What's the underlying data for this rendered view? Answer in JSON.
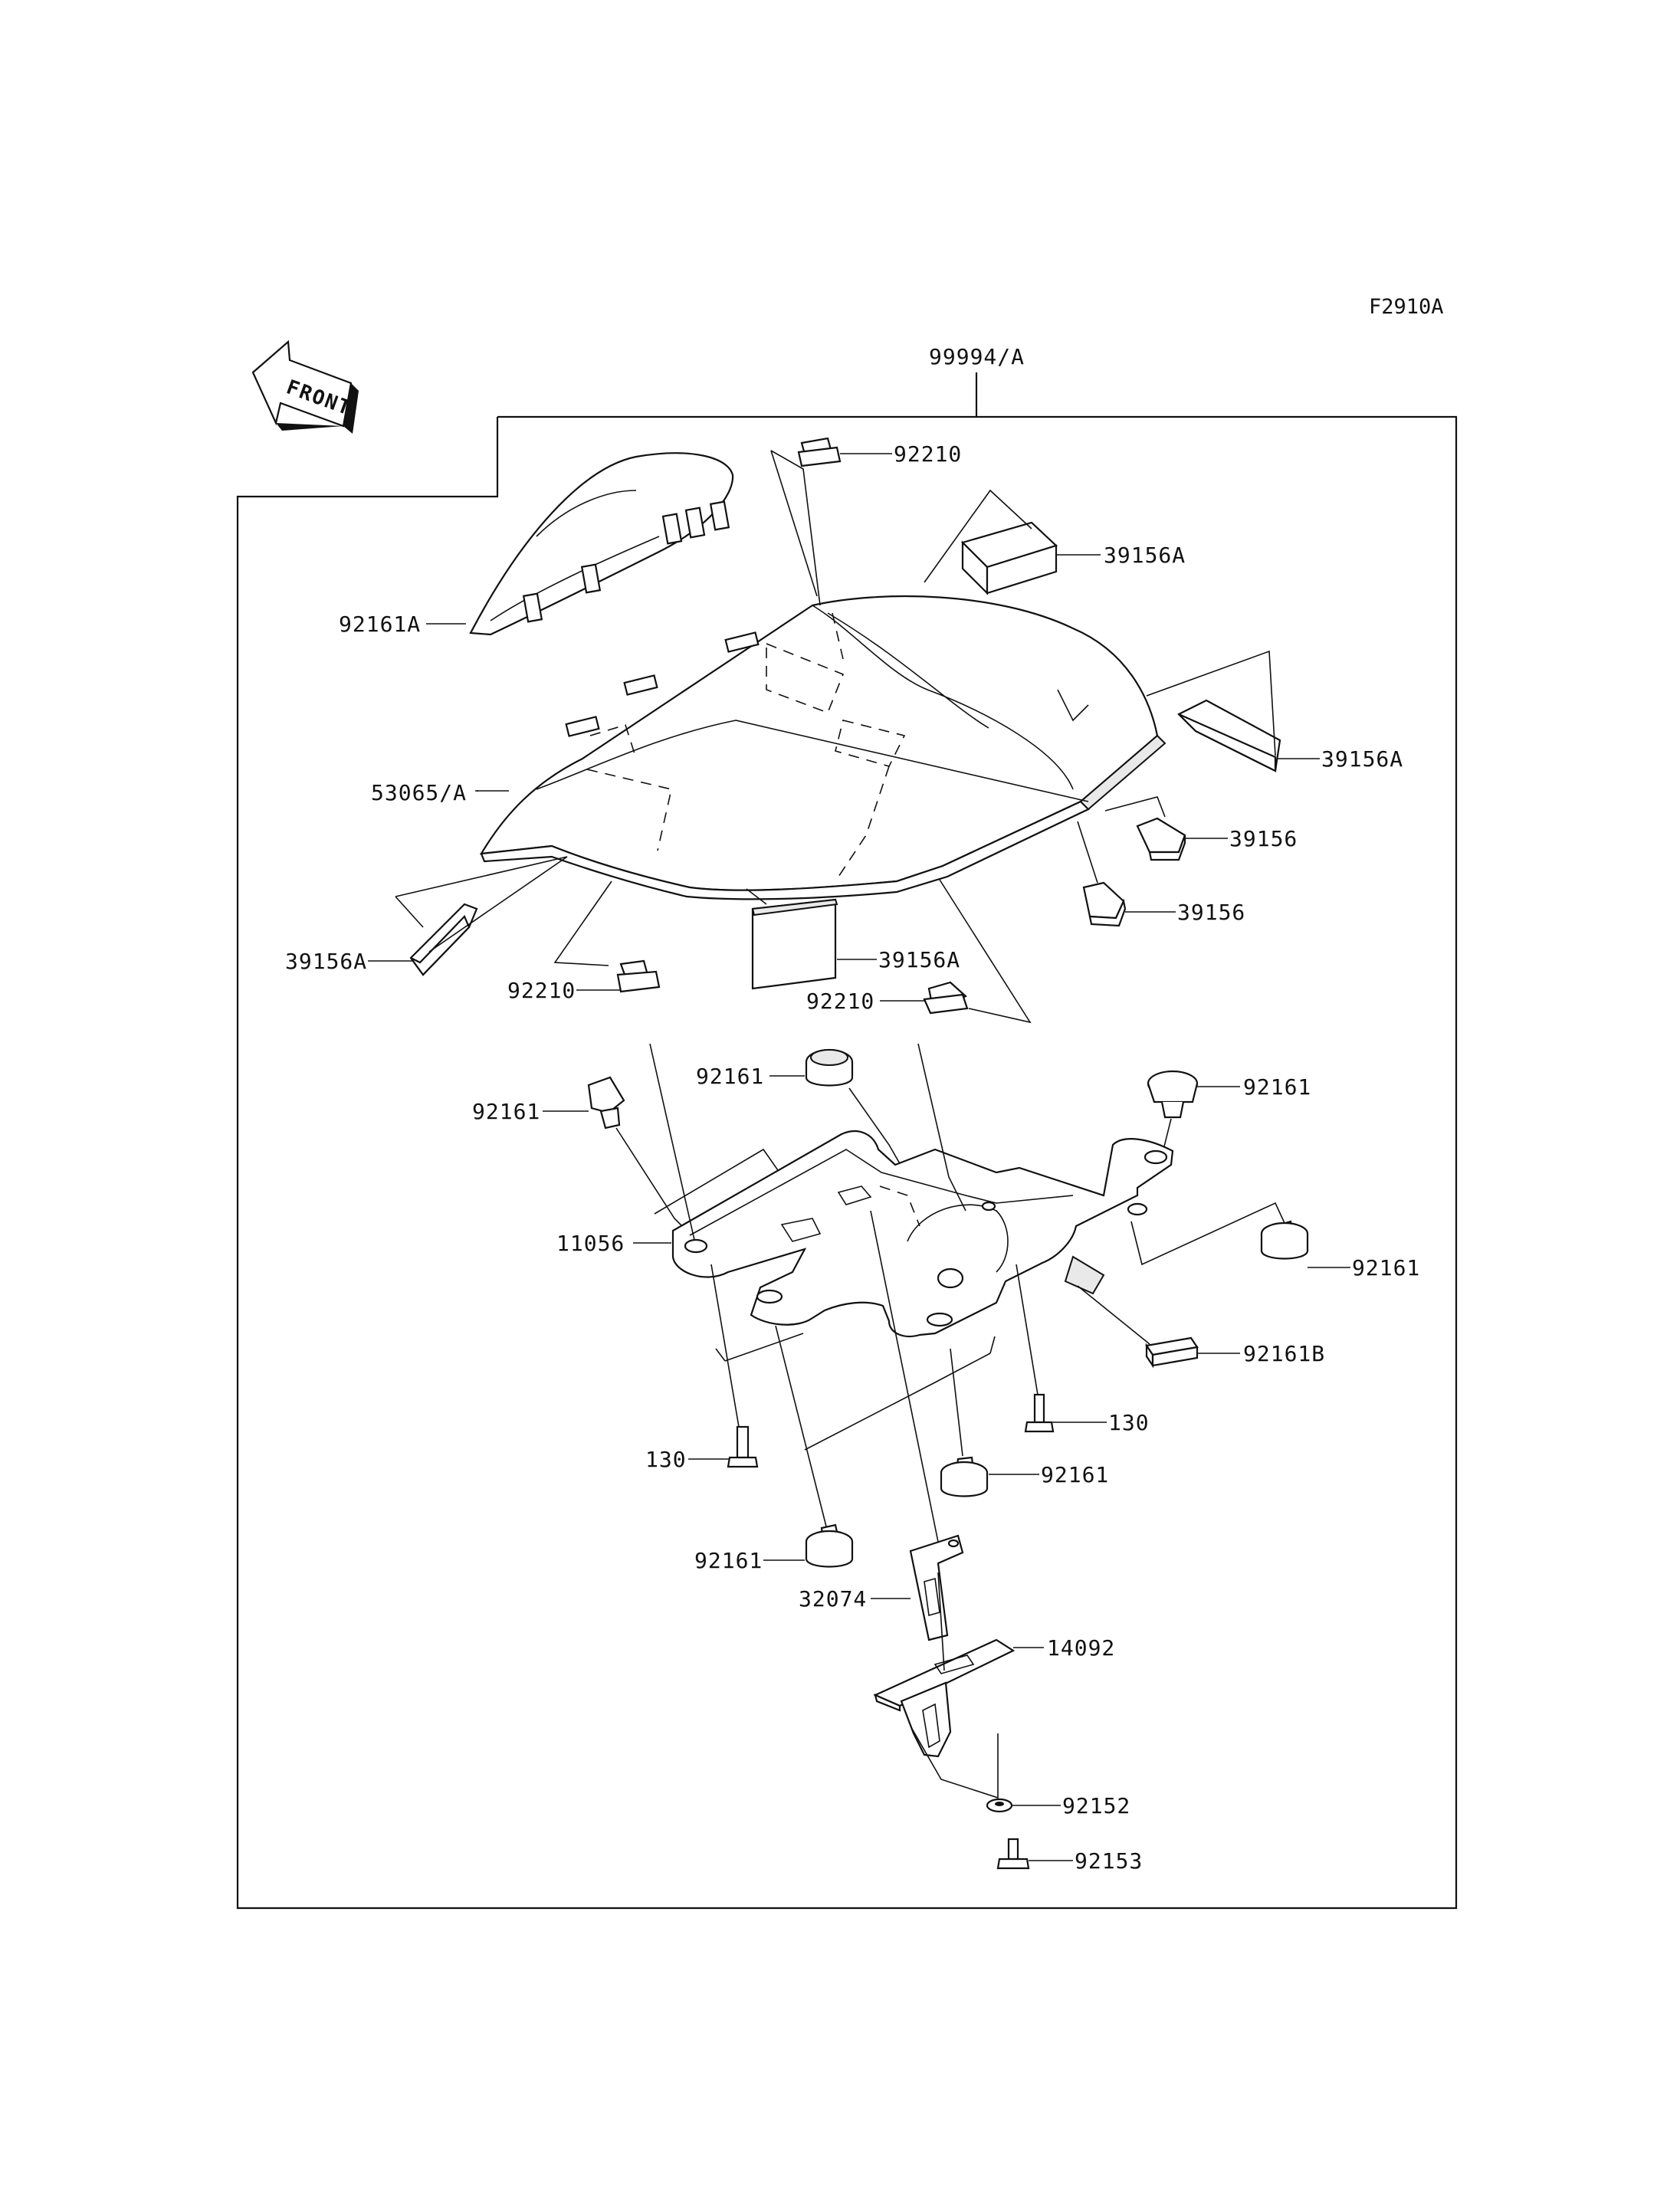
{
  "figure_code": "F2910A",
  "front_arrow_text": "FRONT",
  "assembly_label": "99994/A",
  "labels": {
    "l92210_top": "92210",
    "l39156A_1": "39156A",
    "l92161A": "92161A",
    "l39156A_2": "39156A",
    "l53065A": "53065/A",
    "l39156_1": "39156",
    "l39156_2": "39156",
    "l39156A_3": "39156A",
    "l39156A_4": "39156A",
    "l92210_left": "92210",
    "l92210_mid": "92210",
    "l92161_a": "92161",
    "l92161_b": "92161",
    "l92161_c": "92161",
    "l11056": "11056",
    "l92161_d": "92161",
    "l92161B": "92161B",
    "l130_right": "130",
    "l130_left": "130",
    "l92161_e": "92161",
    "l92161_f": "92161",
    "l32074": "32074",
    "l14092": "14092",
    "l92152": "92152",
    "l92153": "92153"
  }
}
